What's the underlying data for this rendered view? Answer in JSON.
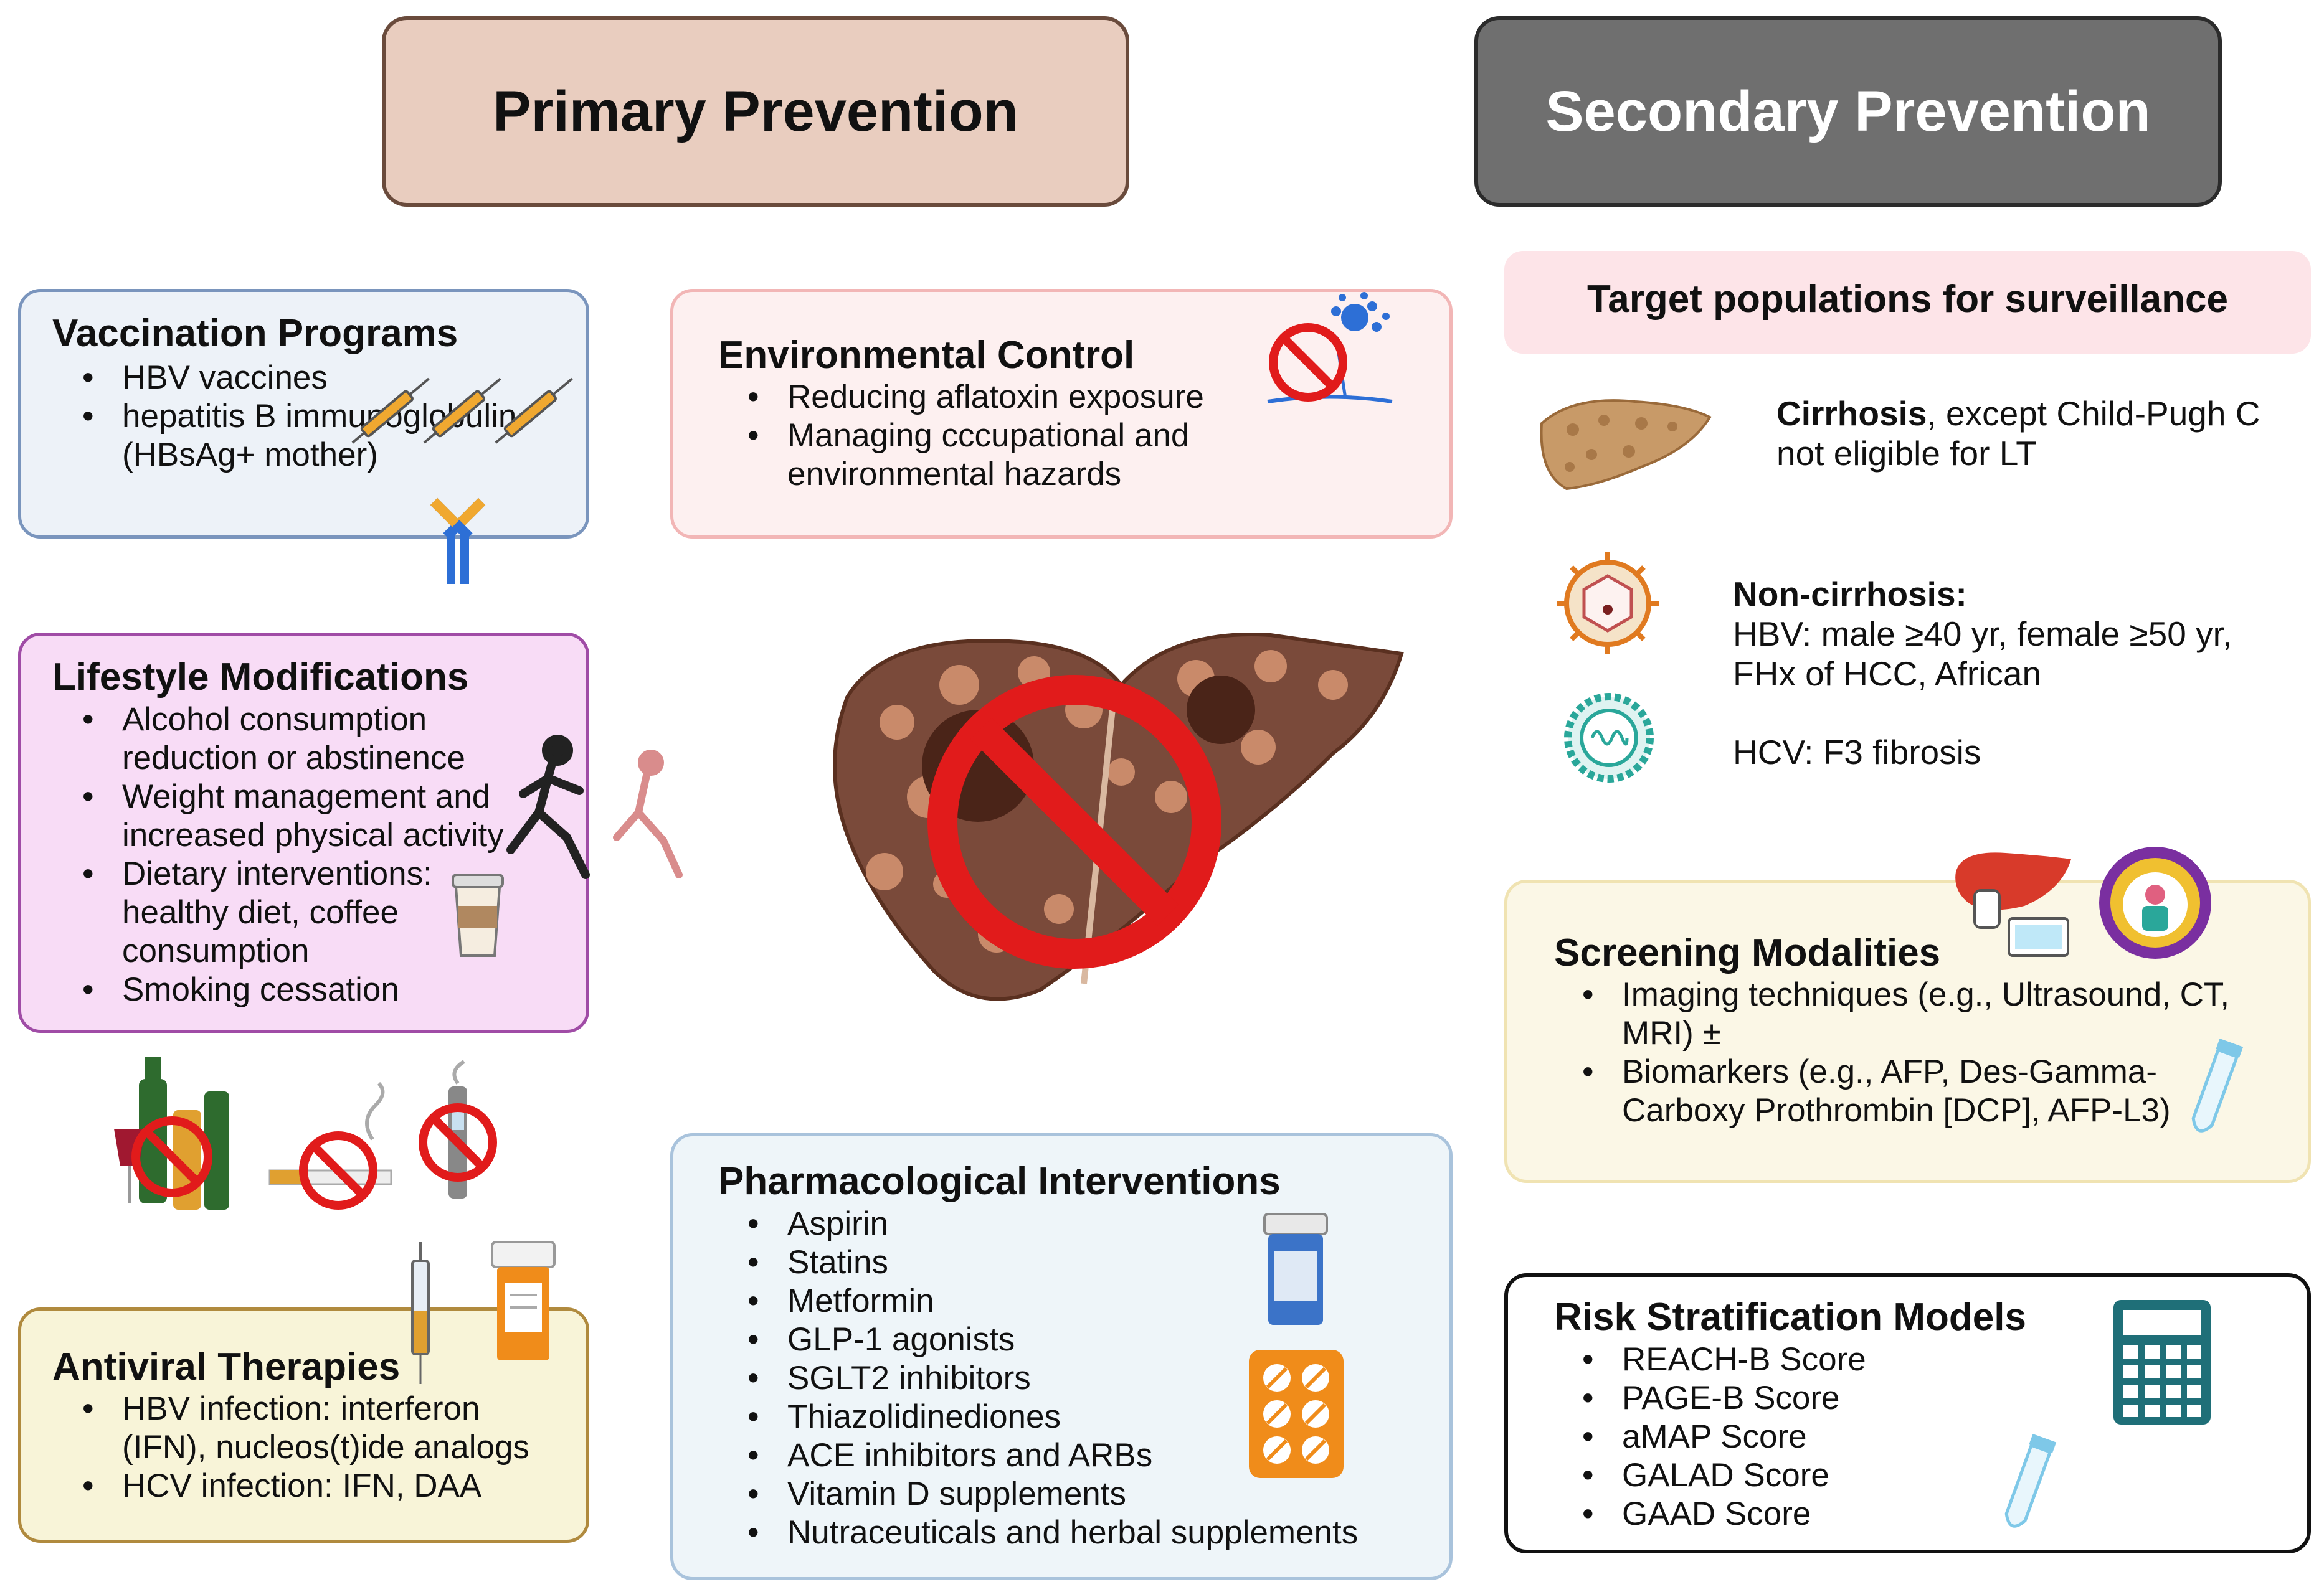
{
  "primary": {
    "title": "Primary Prevention",
    "bg": "#e9cdbf",
    "border": "#6a4b3c"
  },
  "secondary": {
    "title": "Secondary Prevention",
    "bg": "#6f6f6f",
    "text_color": "#ffffff"
  },
  "vaccination": {
    "title": "Vaccination Programs",
    "items": [
      "HBV vaccines",
      "hepatitis B immunoglobulin (HBsAg+ mother)"
    ]
  },
  "environmental": {
    "title": "Environmental Control",
    "items": [
      "Reducing aflatoxin exposure",
      "Managing cccupational and environmental hazards"
    ]
  },
  "lifestyle": {
    "title": "Lifestyle Modifications",
    "items": [
      "Alcohol consumption reduction or abstinence",
      "Weight management and increased physical activity",
      "Dietary interventions: healthy diet, coffee consumption",
      "Smoking cessation"
    ]
  },
  "antiviral": {
    "title": "Antiviral Therapies",
    "items": [
      "HBV infection: interferon (IFN), nucleos(t)ide analogs",
      "HCV infection: IFN, DAA"
    ]
  },
  "pharmacological": {
    "title": "Pharmacological Interventions",
    "items": [
      "Aspirin",
      "Statins",
      "Metformin",
      "GLP-1 agonists",
      "SGLT2 inhibitors",
      "Thiazolidinediones",
      "ACE inhibitors and ARBs",
      "Vitamin D supplements",
      "Nutraceuticals and herbal supplements"
    ]
  },
  "target": {
    "title": "Target populations for surveillance",
    "cirrhosis_bold": "Cirrhosis",
    "cirrhosis_rest": ", except Child-Pugh C not eligible for LT",
    "noncirrhosis_title": "Non-cirrhosis:",
    "hbv_text": "HBV: male ≥40 yr, female ≥50 yr, FHx of HCC, African",
    "hcv_text": "HCV: F3 fibrosis"
  },
  "screening": {
    "title": "Screening Modalities",
    "items": [
      "Imaging techniques (e.g., Ultrasound, CT, MRI) ±",
      "Biomarkers (e.g., AFP, Des-Gamma-Carboxy Prothrombin [DCP], AFP-L3)"
    ]
  },
  "risk": {
    "title": "Risk Stratification Models",
    "items": [
      "REACH-B Score",
      "PAGE-B Score",
      "aMAP Score",
      "GALAD Score",
      "GAAD Score"
    ]
  }
}
